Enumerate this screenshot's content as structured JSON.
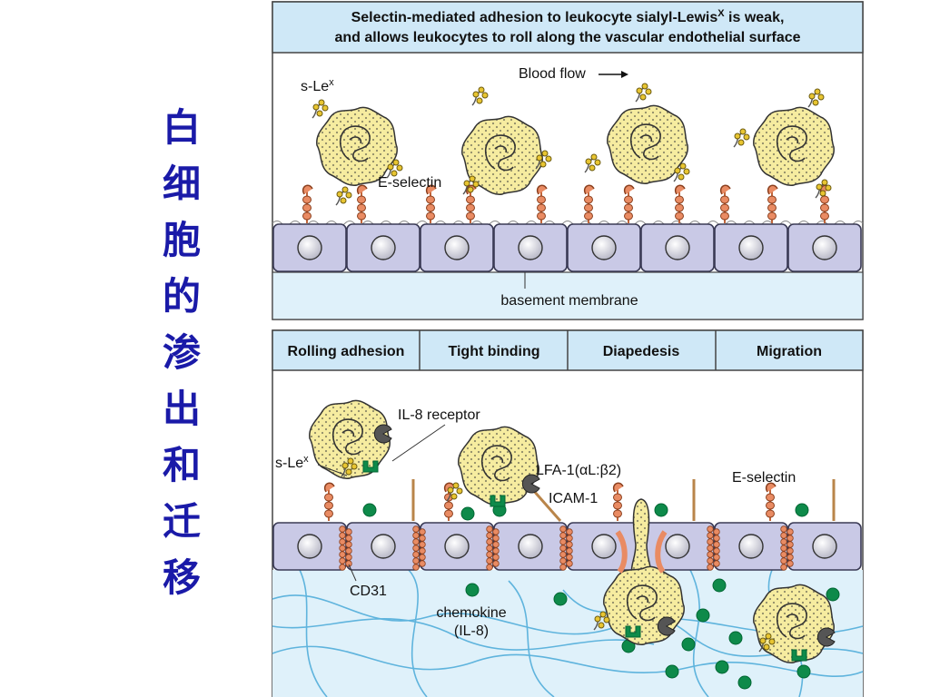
{
  "side_title": [
    "白",
    "细",
    "胞",
    "的",
    "渗",
    "出",
    "和",
    "迁",
    "移"
  ],
  "top_panel": {
    "title_line1": "Selectin-mediated adhesion to leukocyte sialyl-Lewis",
    "title_sup": "X",
    "title_line1_end": " is weak,",
    "title_line2": "and allows leukocytes to roll along the vascular endothelial surface",
    "labels": {
      "slex_base": "s-Le",
      "slex_sup": "x",
      "blood_flow": "Blood flow",
      "e_selectin": "E-selectin",
      "basement_membrane": "basement membrane"
    }
  },
  "bottom_panel": {
    "stages": [
      "Rolling adhesion",
      "Tight binding",
      "Diapedesis",
      "Migration"
    ],
    "labels": {
      "il8_receptor": "IL-8 receptor",
      "slex_base": "s-Le",
      "slex_sup": "x",
      "lfa1": "LFA-1(αL:β2)",
      "icam1": "ICAM-1",
      "e_selectin": "E-selectin",
      "cd31": "CD31",
      "chemokine_line1": "chemokine",
      "chemokine_line2": "(IL-8)"
    }
  },
  "colors": {
    "title_text": "#1a1aa8",
    "header_fill": "#cfe8f7",
    "endothelial_cell": "#c9c9e6",
    "leukocyte": "#f6eca0",
    "chemokine": "#0e8a4a",
    "cd31": "#e98b63",
    "tissue": "#dff1fa"
  }
}
